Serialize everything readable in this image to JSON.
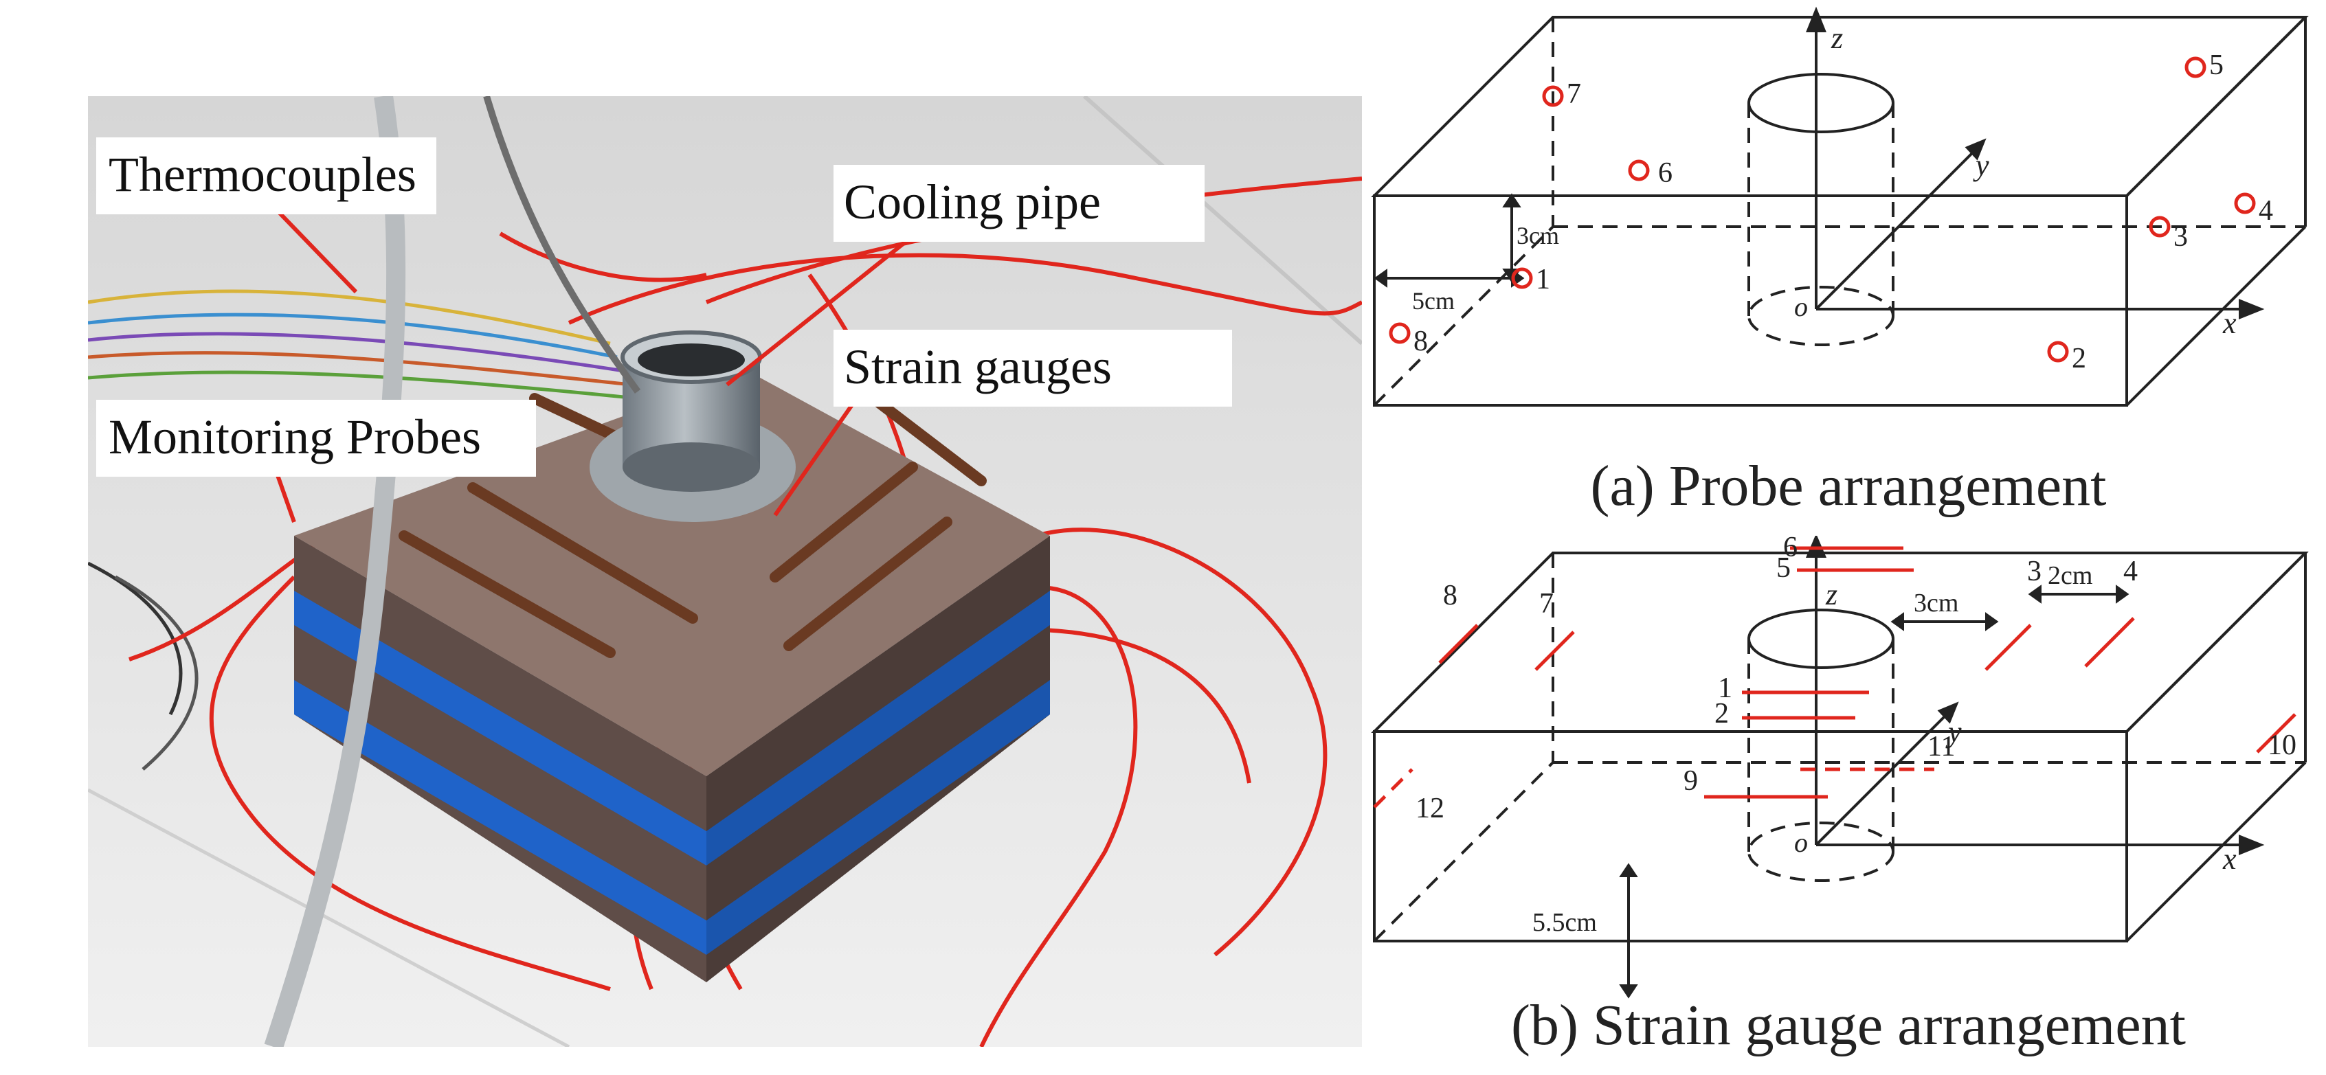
{
  "photo": {
    "labels": {
      "thermocouples": "Thermocouples",
      "cooling_pipe": "Cooling pipe",
      "strain_gauges": "Strain gauges",
      "monitoring_probes": "Monitoring Probes"
    },
    "colors": {
      "wire_red": "#e0261d",
      "tape_blue": "#1f63c9",
      "soil": "#8e766d",
      "floor": "#e9e9e9"
    }
  },
  "diagram_a": {
    "caption": "(a) Probe arrangement",
    "axes": {
      "x": "x",
      "y": "y",
      "z": "z",
      "origin": "o"
    },
    "dims": {
      "d1": "3cm",
      "d2": "5cm"
    },
    "probes": [
      "1",
      "2",
      "3",
      "4",
      "5",
      "6",
      "7",
      "8"
    ],
    "marker_color": "#e0261d"
  },
  "diagram_b": {
    "caption": "(b) Strain gauge arrangement",
    "axes": {
      "x": "x",
      "y": "y",
      "z": "z",
      "origin": "o"
    },
    "dims": {
      "d1": "3cm",
      "d2": "2cm",
      "d3": "5.5cm"
    },
    "gauges": [
      "1",
      "2",
      "3",
      "4",
      "5",
      "6",
      "7",
      "8",
      "9",
      "10",
      "11",
      "12"
    ],
    "gauge_color": "#e0261d"
  }
}
